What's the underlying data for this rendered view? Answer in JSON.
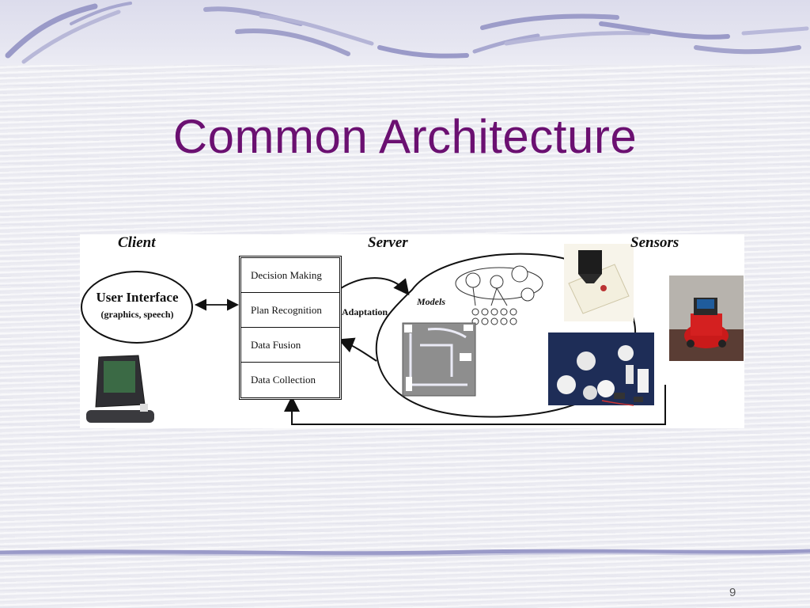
{
  "slide": {
    "title": "Common Architecture",
    "page_number": "9"
  },
  "diagram": {
    "headers": {
      "client": "Client",
      "server": "Server",
      "sensors": "Sensors"
    },
    "user_interface": {
      "title": "User Interface",
      "subtitle": "(graphics, speech)"
    },
    "stack": [
      "Decision Making",
      "Plan Recognition",
      "Data Fusion",
      "Data Collection"
    ],
    "adaptation_label": "Adaptation",
    "models_label": "Models"
  },
  "colors": {
    "title": "#6b1071",
    "wave": "#9a9ac8",
    "wave_light": "#c8c8e0"
  }
}
